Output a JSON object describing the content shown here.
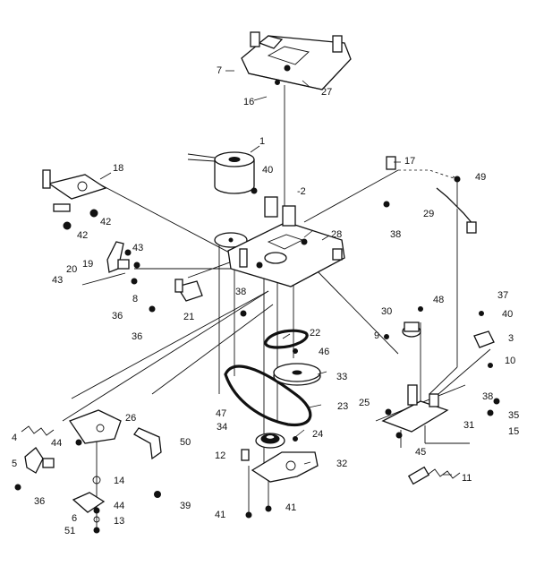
{
  "callouts": [
    {
      "id": "c1",
      "text": "1"
    },
    {
      "id": "c2",
      "text": "-2"
    },
    {
      "id": "c3",
      "text": "3"
    },
    {
      "id": "c4",
      "text": "4"
    },
    {
      "id": "c5",
      "text": "5"
    },
    {
      "id": "c6",
      "text": "6"
    },
    {
      "id": "c7",
      "text": "7"
    },
    {
      "id": "c8",
      "text": "8"
    },
    {
      "id": "c9",
      "text": "9"
    },
    {
      "id": "c10",
      "text": "10"
    },
    {
      "id": "c11",
      "text": "11"
    },
    {
      "id": "c12",
      "text": "12"
    },
    {
      "id": "c13",
      "text": "13"
    },
    {
      "id": "c14",
      "text": "14"
    },
    {
      "id": "c15",
      "text": "15"
    },
    {
      "id": "c16",
      "text": "16"
    },
    {
      "id": "c17",
      "text": "17"
    },
    {
      "id": "c18",
      "text": "18"
    },
    {
      "id": "c19",
      "text": "19"
    },
    {
      "id": "c20",
      "text": "20"
    },
    {
      "id": "c21",
      "text": "21"
    },
    {
      "id": "c22",
      "text": "22"
    },
    {
      "id": "c23",
      "text": "23"
    },
    {
      "id": "c24",
      "text": "24"
    },
    {
      "id": "c25",
      "text": "25"
    },
    {
      "id": "c26",
      "text": "26"
    },
    {
      "id": "c27",
      "text": "27"
    },
    {
      "id": "c28",
      "text": "28"
    },
    {
      "id": "c29",
      "text": "29"
    },
    {
      "id": "c30",
      "text": "30"
    },
    {
      "id": "c31",
      "text": "31"
    },
    {
      "id": "c32",
      "text": "32"
    },
    {
      "id": "c33",
      "text": "33"
    },
    {
      "id": "c34",
      "text": "34"
    },
    {
      "id": "c35",
      "text": "35"
    },
    {
      "id": "c36a",
      "text": "36"
    },
    {
      "id": "c36b",
      "text": "36"
    },
    {
      "id": "c36c",
      "text": "36"
    },
    {
      "id": "c37",
      "text": "37"
    },
    {
      "id": "c38a",
      "text": "38"
    },
    {
      "id": "c38b",
      "text": "38"
    },
    {
      "id": "c38c",
      "text": "38"
    },
    {
      "id": "c39",
      "text": "39"
    },
    {
      "id": "c40a",
      "text": "40"
    },
    {
      "id": "c40b",
      "text": "40"
    },
    {
      "id": "c41a",
      "text": "41"
    },
    {
      "id": "c41b",
      "text": "41"
    },
    {
      "id": "c42a",
      "text": "42"
    },
    {
      "id": "c42b",
      "text": "42"
    },
    {
      "id": "c43a",
      "text": "43"
    },
    {
      "id": "c43b",
      "text": "43"
    },
    {
      "id": "c44a",
      "text": "44"
    },
    {
      "id": "c44b",
      "text": "44"
    },
    {
      "id": "c45",
      "text": "45"
    },
    {
      "id": "c46",
      "text": "46"
    },
    {
      "id": "c47",
      "text": "47"
    },
    {
      "id": "c48",
      "text": "48"
    },
    {
      "id": "c49",
      "text": "49"
    },
    {
      "id": "c50",
      "text": "50"
    },
    {
      "id": "c51",
      "text": "51"
    }
  ]
}
